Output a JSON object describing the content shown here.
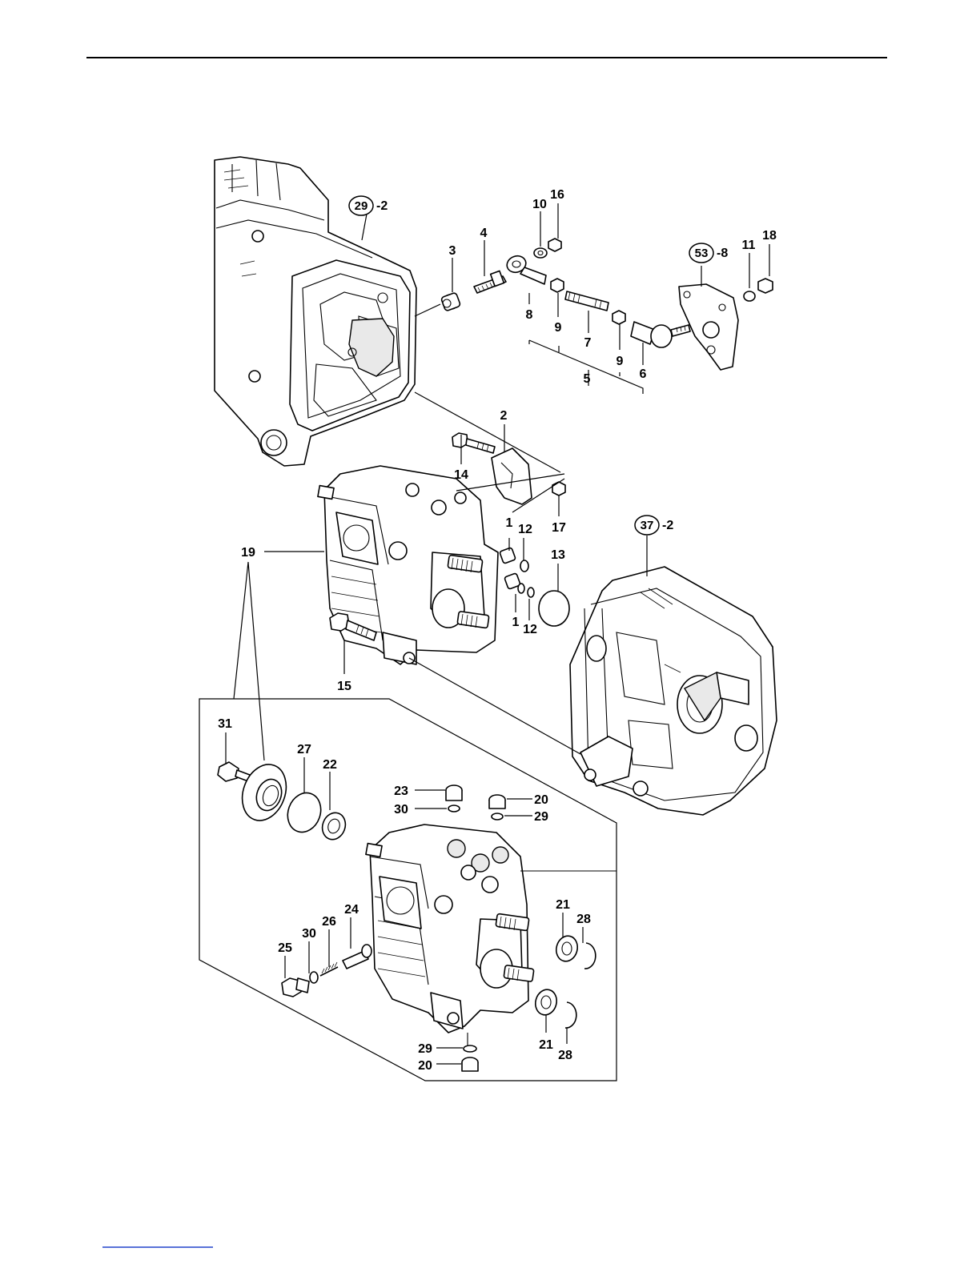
{
  "callouts": [
    {
      "id": "c1a",
      "label": "1"
    },
    {
      "id": "c1b",
      "label": "1"
    },
    {
      "id": "c2",
      "label": "2"
    },
    {
      "id": "c3",
      "label": "3"
    },
    {
      "id": "c4",
      "label": "4"
    },
    {
      "id": "c5",
      "label": "5"
    },
    {
      "id": "c6",
      "label": "6"
    },
    {
      "id": "c7",
      "label": "7"
    },
    {
      "id": "c8",
      "label": "8"
    },
    {
      "id": "c9a",
      "label": "9"
    },
    {
      "id": "c9b",
      "label": "9"
    },
    {
      "id": "c10",
      "label": "10"
    },
    {
      "id": "c11",
      "label": "11"
    },
    {
      "id": "c12a",
      "label": "12"
    },
    {
      "id": "c12b",
      "label": "12"
    },
    {
      "id": "c13",
      "label": "13"
    },
    {
      "id": "c14",
      "label": "14"
    },
    {
      "id": "c15",
      "label": "15"
    },
    {
      "id": "c16",
      "label": "16"
    },
    {
      "id": "c17",
      "label": "17"
    },
    {
      "id": "c18",
      "label": "18"
    },
    {
      "id": "c19",
      "label": "19"
    },
    {
      "id": "c20a",
      "label": "20"
    },
    {
      "id": "c20b",
      "label": "20"
    },
    {
      "id": "c21a",
      "label": "21"
    },
    {
      "id": "c21b",
      "label": "21"
    },
    {
      "id": "c22",
      "label": "22"
    },
    {
      "id": "c23",
      "label": "23"
    },
    {
      "id": "c24",
      "label": "24"
    },
    {
      "id": "c25",
      "label": "25"
    },
    {
      "id": "c26",
      "label": "26"
    },
    {
      "id": "c27",
      "label": "27"
    },
    {
      "id": "c28a",
      "label": "28"
    },
    {
      "id": "c28b",
      "label": "28"
    },
    {
      "id": "c29a",
      "label": "29"
    },
    {
      "id": "c29b",
      "label": "29"
    },
    {
      "id": "c30a",
      "label": "30"
    },
    {
      "id": "c30b",
      "label": "30"
    },
    {
      "id": "c31",
      "label": "31"
    }
  ],
  "references": [
    {
      "id": "r29",
      "number": "29",
      "suffix": "-2"
    },
    {
      "id": "r53",
      "number": "53",
      "suffix": "-8"
    },
    {
      "id": "r37",
      "number": "37",
      "suffix": "-2"
    }
  ]
}
